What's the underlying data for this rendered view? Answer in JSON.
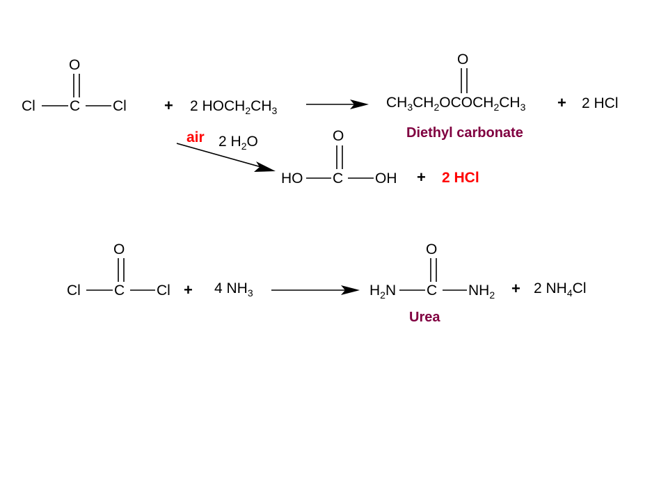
{
  "colors": {
    "text": "#000000",
    "red": "#ff0000",
    "maroon": "#800040",
    "background": "#ffffff"
  },
  "atoms": {
    "O": "O",
    "C": "C",
    "Cl": "Cl",
    "HO": "HO",
    "OH": "OH",
    "N": "N",
    "H": "H"
  },
  "plus": "+",
  "reaction1": {
    "reagent_coef": "2 HOCH",
    "reagent_sub1": "2",
    "reagent_ch": "CH",
    "reagent_sub2": "3",
    "product": {
      "p1": "CH",
      "s1": "3",
      "p2": "CH",
      "s2": "2",
      "p3": "OCOCH",
      "s3": "2",
      "p4": "CH",
      "s4": "3"
    },
    "product_name": "Diethyl carbonate",
    "byproduct": "2 HCl"
  },
  "side_reaction": {
    "condition": "air",
    "water_coef": "2 H",
    "water_sub": "2",
    "water_o": "O",
    "byproduct": "2 HCl"
  },
  "reaction2": {
    "reagent": "4 NH",
    "reagent_sub": "3",
    "h2n_h": "H",
    "h2n_sub": "2",
    "h2n_n": "N",
    "nh2_nh": "NH",
    "nh2_sub": "2",
    "product_name": "Urea",
    "byproduct_pre": "2 NH",
    "byproduct_sub": "4",
    "byproduct_post": "Cl"
  }
}
